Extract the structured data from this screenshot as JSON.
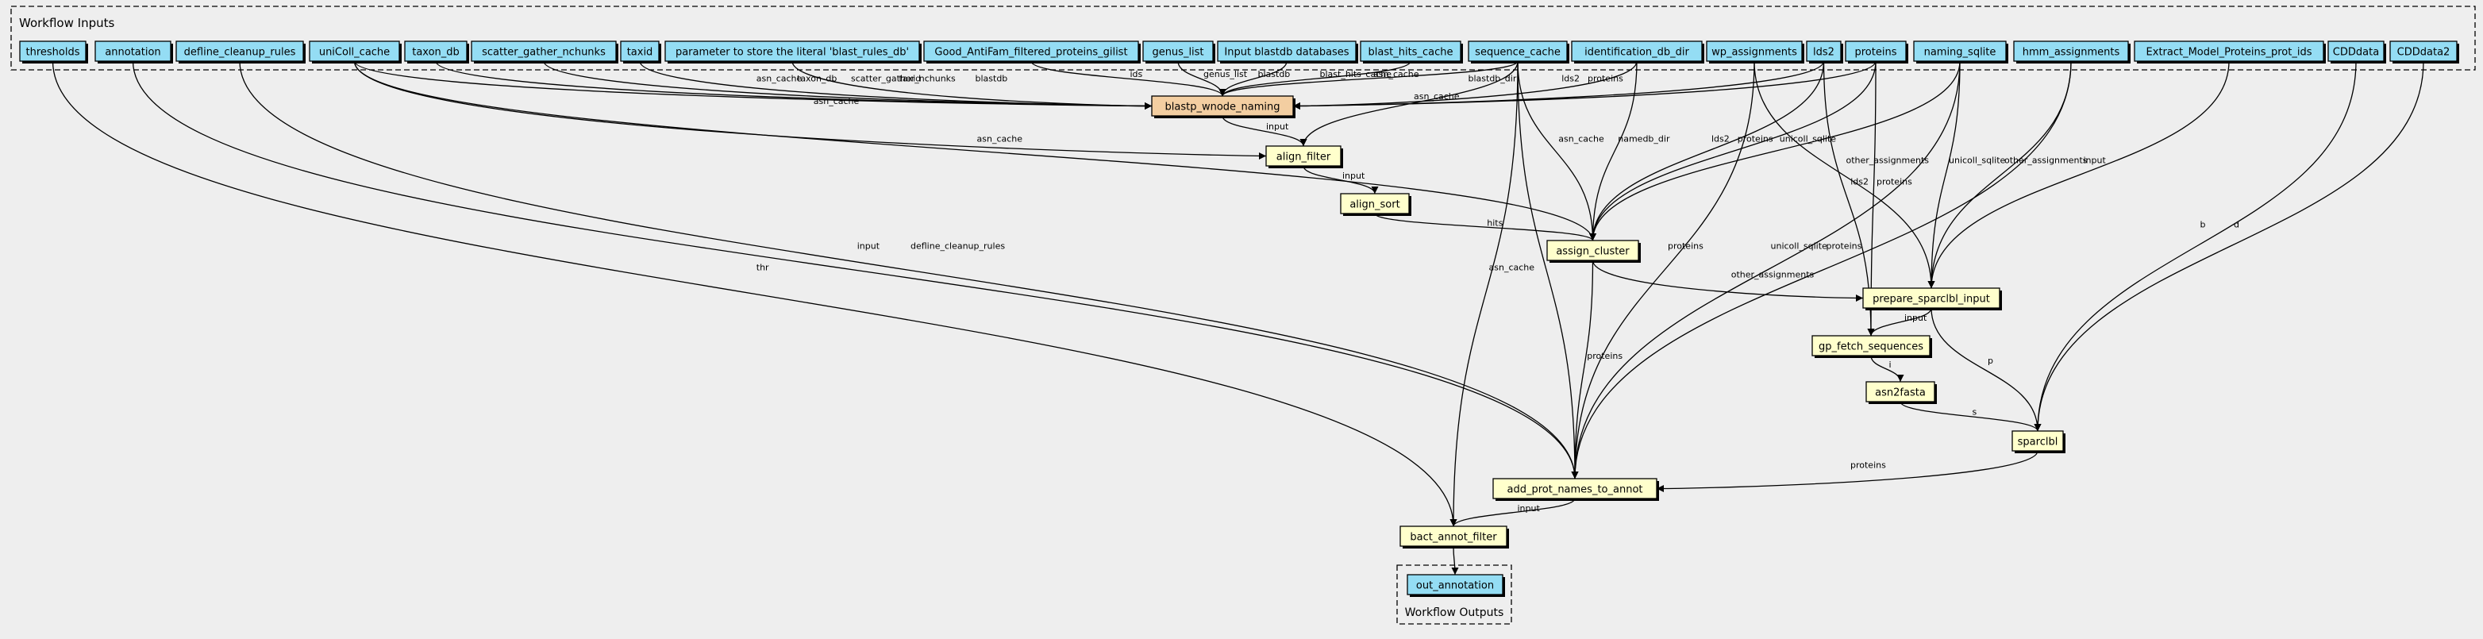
{
  "clusters": {
    "inputs": "Workflow Inputs",
    "outputs": "Workflow Outputs"
  },
  "colors": {
    "background": "#eeeeee",
    "input_fill": "#94ddf4",
    "step_fill": "#ffffcc",
    "highlight_fill": "#f3cea1",
    "stroke": "#000000"
  },
  "inputs": [
    {
      "id": "thresholds",
      "label": "thresholds"
    },
    {
      "id": "annotation",
      "label": "annotation"
    },
    {
      "id": "defline_cleanup_rules",
      "label": "defline_cleanup_rules"
    },
    {
      "id": "uniColl_cache",
      "label": "uniColl_cache"
    },
    {
      "id": "taxon_db",
      "label": "taxon_db"
    },
    {
      "id": "scatter_gather_nchunks",
      "label": "scatter_gather_nchunks"
    },
    {
      "id": "taxid",
      "label": "taxid"
    },
    {
      "id": "blast_rules_db",
      "label": "parameter to store the literal 'blast_rules_db'"
    },
    {
      "id": "gilist",
      "label": "Good_AntiFam_filtered_proteins_gilist"
    },
    {
      "id": "genus_list",
      "label": "genus_list"
    },
    {
      "id": "blastdb",
      "label": "Input blastdb databases"
    },
    {
      "id": "blast_hits_cache",
      "label": "blast_hits_cache"
    },
    {
      "id": "sequence_cache",
      "label": "sequence_cache"
    },
    {
      "id": "identification_db_dir",
      "label": "identification_db_dir"
    },
    {
      "id": "wp_assignments",
      "label": "wp_assignments"
    },
    {
      "id": "lds2",
      "label": "lds2"
    },
    {
      "id": "proteins",
      "label": "proteins"
    },
    {
      "id": "naming_sqlite",
      "label": "naming_sqlite"
    },
    {
      "id": "hmm_assignments",
      "label": "hmm_assignments"
    },
    {
      "id": "prot_ids",
      "label": "Extract_Model_Proteins_prot_ids"
    },
    {
      "id": "CDDdata",
      "label": "CDDdata"
    },
    {
      "id": "CDDdata2",
      "label": "CDDdata2"
    }
  ],
  "steps": [
    {
      "id": "blastp",
      "label": "blastp_wnode_naming",
      "highlight": true
    },
    {
      "id": "align_filter",
      "label": "align_filter"
    },
    {
      "id": "align_sort",
      "label": "align_sort"
    },
    {
      "id": "assign_cluster",
      "label": "assign_cluster"
    },
    {
      "id": "prepare",
      "label": "prepare_sparclbl_input"
    },
    {
      "id": "gp_fetch",
      "label": "gp_fetch_sequences"
    },
    {
      "id": "asn2fasta",
      "label": "asn2fasta"
    },
    {
      "id": "sparclbl",
      "label": "sparclbl"
    },
    {
      "id": "add_prot",
      "label": "add_prot_names_to_annot"
    },
    {
      "id": "bact_filter",
      "label": "bact_annot_filter"
    }
  ],
  "outputs": [
    {
      "id": "out_annotation",
      "label": "out_annotation"
    }
  ],
  "edges": [
    {
      "from": "uniColl_cache",
      "to": "blastp",
      "label": "asn_cache"
    },
    {
      "from": "taxon_db",
      "to": "blastp",
      "label": "taxon_db"
    },
    {
      "from": "scatter_gather_nchunks",
      "to": "blastp",
      "label": "scatter_gather_nchunks"
    },
    {
      "from": "taxid",
      "to": "blastp",
      "label": "taxid"
    },
    {
      "from": "blast_rules_db",
      "to": "blastp",
      "label": "blastdb"
    },
    {
      "from": "gilist",
      "to": "blastp",
      "label": "ids"
    },
    {
      "from": "genus_list",
      "to": "blastp",
      "label": "genus_list"
    },
    {
      "from": "blastdb",
      "to": "blastp",
      "label": "blastdb"
    },
    {
      "from": "blast_hits_cache",
      "to": "blastp",
      "label": "blast_hits_cache"
    },
    {
      "from": "sequence_cache",
      "to": "blastp",
      "label": "asn_cache"
    },
    {
      "from": "identification_db_dir",
      "to": "blastp",
      "label": "blastdb_dir"
    },
    {
      "from": "lds2",
      "to": "blastp",
      "label": "lds2"
    },
    {
      "from": "proteins",
      "to": "blastp",
      "label": "proteins"
    },
    {
      "from": "blastp",
      "to": "align_filter",
      "label": "input"
    },
    {
      "from": "uniColl_cache",
      "to": "align_filter",
      "label": "asn_cache"
    },
    {
      "from": "sequence_cache",
      "to": "align_filter",
      "label": "asn_cache"
    },
    {
      "from": "align_filter",
      "to": "align_sort",
      "label": "input"
    },
    {
      "from": "align_sort",
      "to": "assign_cluster",
      "label": "hits"
    },
    {
      "from": "uniColl_cache",
      "to": "assign_cluster",
      "label": "asn_cache"
    },
    {
      "from": "sequence_cache",
      "to": "assign_cluster",
      "label": "asn_cache"
    },
    {
      "from": "identification_db_dir",
      "to": "assign_cluster",
      "label": "namedb_dir"
    },
    {
      "from": "lds2",
      "to": "assign_cluster",
      "label": "lds2"
    },
    {
      "from": "proteins",
      "to": "assign_cluster",
      "label": "proteins"
    },
    {
      "from": "naming_sqlite",
      "to": "assign_cluster",
      "label": "unicoll_sqlite"
    },
    {
      "from": "assign_cluster",
      "to": "prepare",
      "label": "other_assignments"
    },
    {
      "from": "wp_assignments",
      "to": "prepare",
      "label": "other_assignments"
    },
    {
      "from": "naming_sqlite",
      "to": "prepare",
      "label": "unicoll_sqlite"
    },
    {
      "from": "hmm_assignments",
      "to": "prepare",
      "label": "other_assignments"
    },
    {
      "from": "prot_ids",
      "to": "prepare",
      "label": "input"
    },
    {
      "from": "prepare",
      "to": "gp_fetch",
      "label": "input"
    },
    {
      "from": "lds2",
      "to": "gp_fetch",
      "label": "lds2"
    },
    {
      "from": "proteins",
      "to": "gp_fetch",
      "label": "proteins"
    },
    {
      "from": "gp_fetch",
      "to": "asn2fasta",
      "label": "i"
    },
    {
      "from": "asn2fasta",
      "to": "sparclbl",
      "label": "s"
    },
    {
      "from": "prepare",
      "to": "sparclbl",
      "label": "p"
    },
    {
      "from": "CDDdata",
      "to": "sparclbl",
      "label": "b"
    },
    {
      "from": "CDDdata2",
      "to": "sparclbl",
      "label": "d"
    },
    {
      "from": "annotation",
      "to": "add_prot",
      "label": "input"
    },
    {
      "from": "defline_cleanup_rules",
      "to": "add_prot",
      "label": "defline_cleanup_rules"
    },
    {
      "from": "sequence_cache",
      "to": "add_prot",
      "label": "asn_cache"
    },
    {
      "from": "assign_cluster",
      "to": "add_prot",
      "label": "proteins"
    },
    {
      "from": "wp_assignments",
      "to": "add_prot",
      "label": "proteins"
    },
    {
      "from": "naming_sqlite",
      "to": "add_prot",
      "label": "unicoll_sqlite"
    },
    {
      "from": "hmm_assignments",
      "to": "add_prot",
      "label": "proteins"
    },
    {
      "from": "sparclbl",
      "to": "add_prot",
      "label": "proteins"
    },
    {
      "from": "add_prot",
      "to": "bact_filter",
      "label": "input"
    },
    {
      "from": "thresholds",
      "to": "bact_filter",
      "label": "thr"
    },
    {
      "from": "sequence_cache",
      "to": "bact_filter",
      "label": "asn_cache"
    },
    {
      "from": "bact_filter",
      "to": "out_annotation",
      "label": ""
    }
  ]
}
